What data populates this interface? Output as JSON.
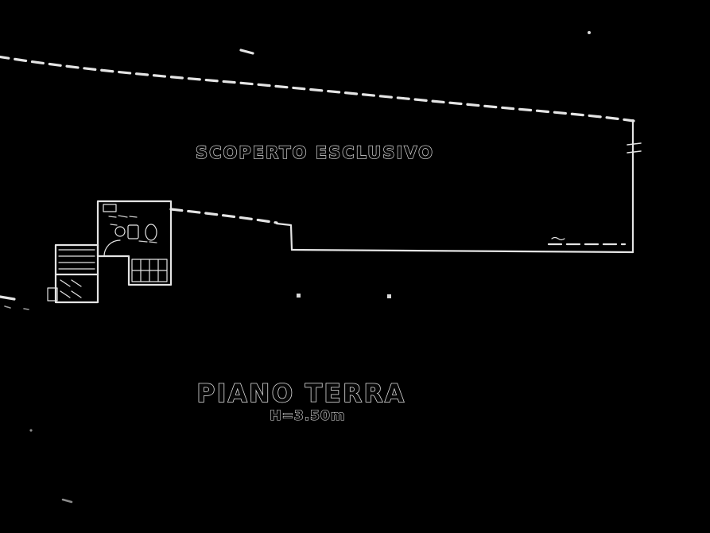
{
  "canvas": {
    "background": "#000000",
    "line_color": "#e4e4e4"
  },
  "labels": {
    "courtyard": "SCOPERTO ESCLUSIVO",
    "floor_title": "PIANO TERRA",
    "floor_height": "H=3.50m"
  }
}
